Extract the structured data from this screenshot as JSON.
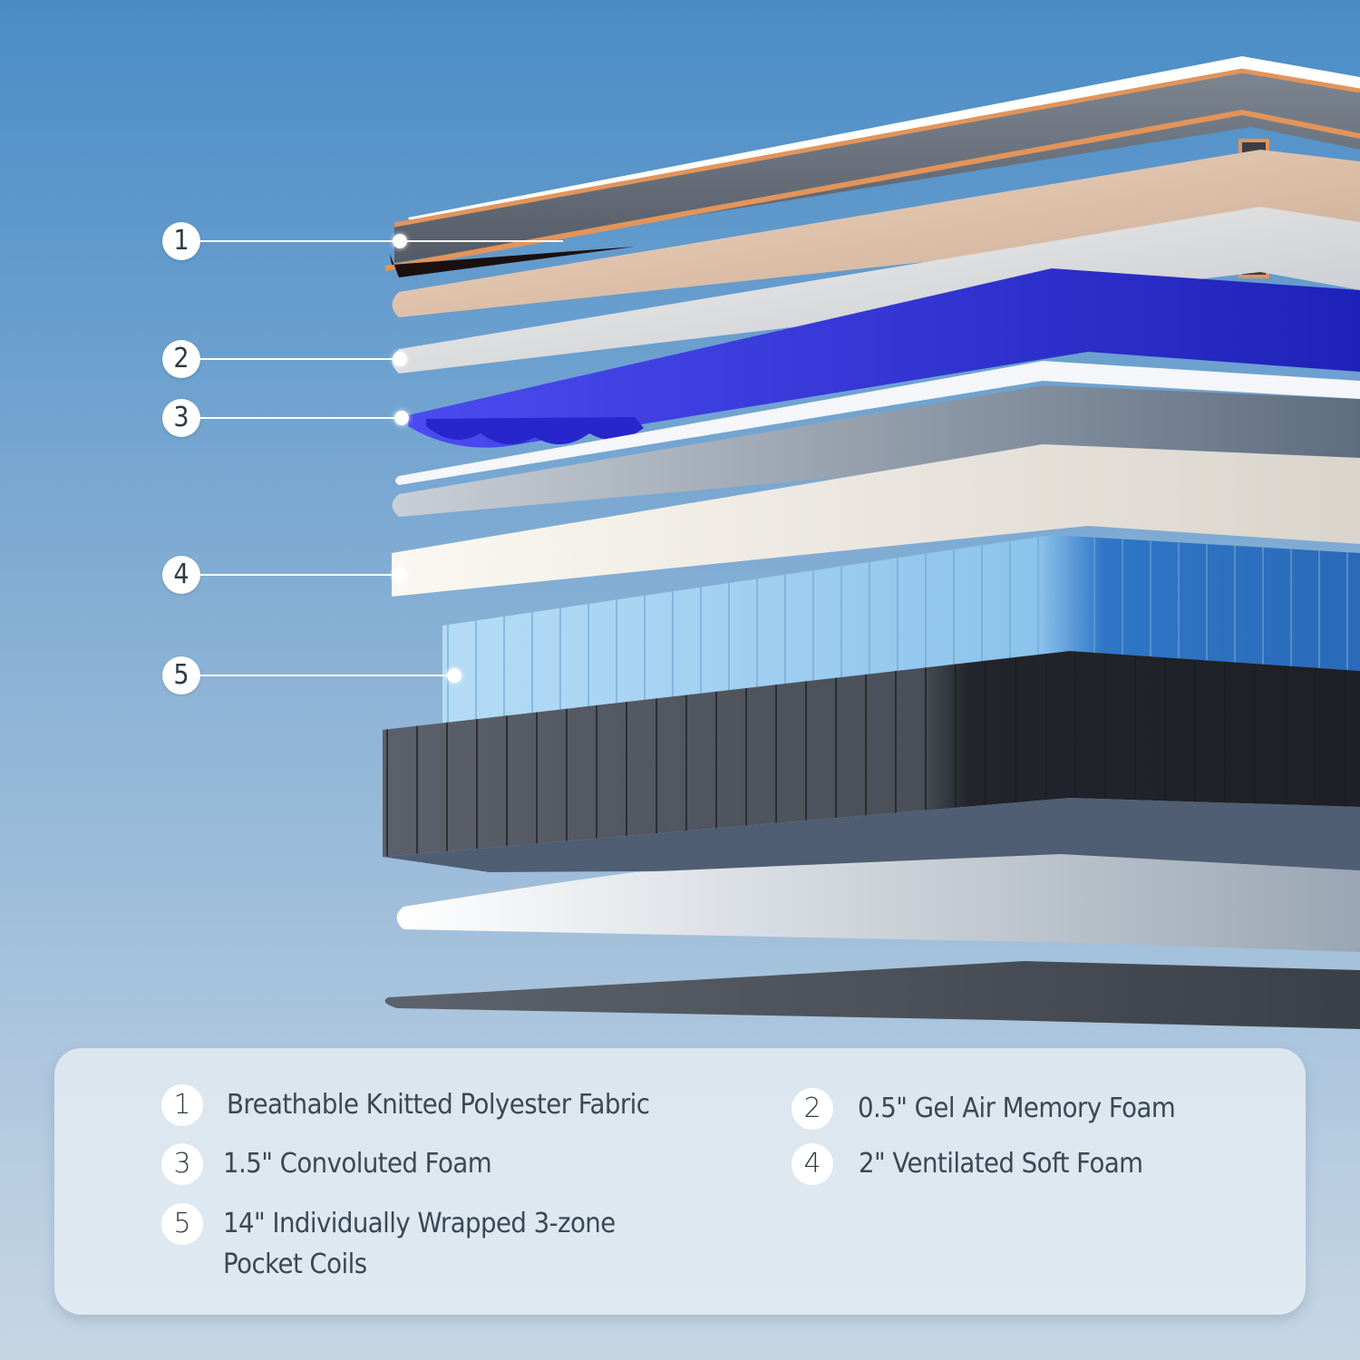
{
  "diagram": {
    "subject": "Mattress layer construction (exploded view)",
    "colors": {
      "background_top": "#4a8cc6",
      "background_bottom": "#c6d6e4",
      "cover_fabric": "#6c7480",
      "cover_trim": "#e2945a",
      "peach_foam": "#e9c7ad",
      "gel_foam": "#ece8e3",
      "convoluted_foam": "#2f2fd8",
      "soft_foam": "#f3efe8",
      "coils_light": "#a9d3f1",
      "coils_dark": "#2e74c4",
      "coil_wrap_fabric": "#4a4f58",
      "legend_panel": "#dde7f0",
      "text": "#3a4853"
    },
    "callouts": [
      {
        "number": "1",
        "target": "Breathable Knitted Polyester Fabric"
      },
      {
        "number": "2",
        "target": "0.5\" Gel Air Memory Foam"
      },
      {
        "number": "3",
        "target": "1.5\" Convoluted Foam"
      },
      {
        "number": "4",
        "target": "2\" Ventilated Soft Foam"
      },
      {
        "number": "5",
        "target": "14\" Individually Wrapped 3-zone Pocket Coils"
      }
    ]
  },
  "legend": {
    "items": [
      {
        "number": "1",
        "label": "Breathable Knitted Polyester Fabric"
      },
      {
        "number": "2",
        "label": "0.5\" Gel Air Memory Foam"
      },
      {
        "number": "3",
        "label": "1.5\" Convoluted Foam"
      },
      {
        "number": "4",
        "label": "2\" Ventilated Soft Foam"
      },
      {
        "number": "5",
        "label_line1": "14\" Individually Wrapped 3-zone",
        "label_line2": "Pocket Coils"
      }
    ]
  }
}
